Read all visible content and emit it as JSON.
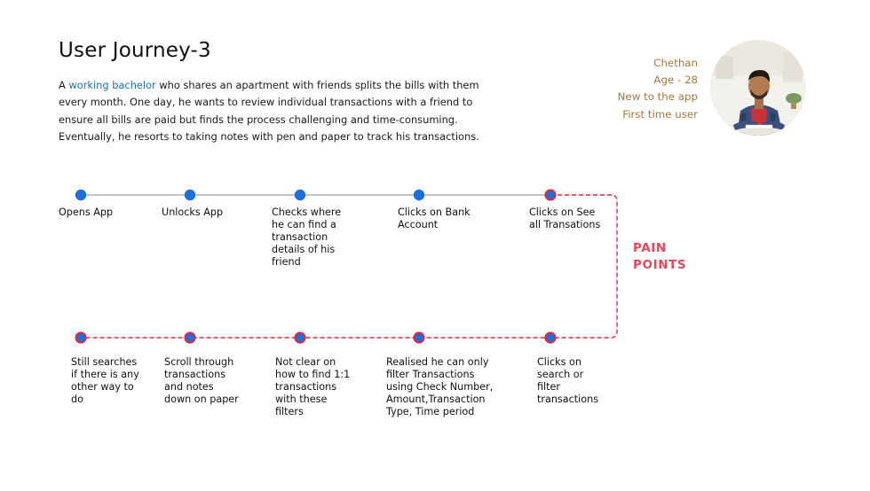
{
  "title": "User Journey-3",
  "description": {
    "prefix": "A ",
    "highlight": "working bachelor",
    "rest": " who shares an apartment with friends splits the bills with them every month. One day, he wants to review individual transactions with a friend to ensure all bills are paid but finds the process challenging and time-consuming. Eventually, he resorts to taking notes with pen and paper to track his transactions."
  },
  "persona": {
    "name": "Chethan",
    "age": "Age - 28",
    "status": "New to the app",
    "usage": "First time user",
    "photo_icon": "person-photo-icon"
  },
  "colors": {
    "node_fill": "#1e6fd9",
    "pain_outline": "#e0283c",
    "accent_text": "#a07a3e",
    "highlight_text": "#1f6fbf",
    "pain_label": "#e44a5c"
  },
  "journey": {
    "top_row": [
      {
        "label": "Opens App",
        "pain": false
      },
      {
        "label": "Unlocks App",
        "pain": false
      },
      {
        "label": "Checks where\nhe can find a\ntransaction\ndetails of his\nfriend",
        "pain": false
      },
      {
        "label": "Clicks on Bank\nAccount",
        "pain": false
      },
      {
        "label": "Clicks on See\nall Transations",
        "pain": true
      }
    ],
    "bottom_row": [
      {
        "label": "Still searches\nif there is any\nother way to\ndo",
        "pain": true
      },
      {
        "label": "Scroll through\ntransactions\nand notes\ndown on paper",
        "pain": true
      },
      {
        "label": "Not clear on\nhow to find 1:1\ntransactions\nwith these\nfilters",
        "pain": true
      },
      {
        "label": "Realised he can only\nfilter Transactions\nusing Check Number,\nAmount,Transaction\nType, Time period",
        "pain": true
      },
      {
        "label": "Clicks on\nsearch or\nfilter\ntransactions",
        "pain": true
      }
    ],
    "pain_points_label": "PAIN\nPOINTS"
  }
}
